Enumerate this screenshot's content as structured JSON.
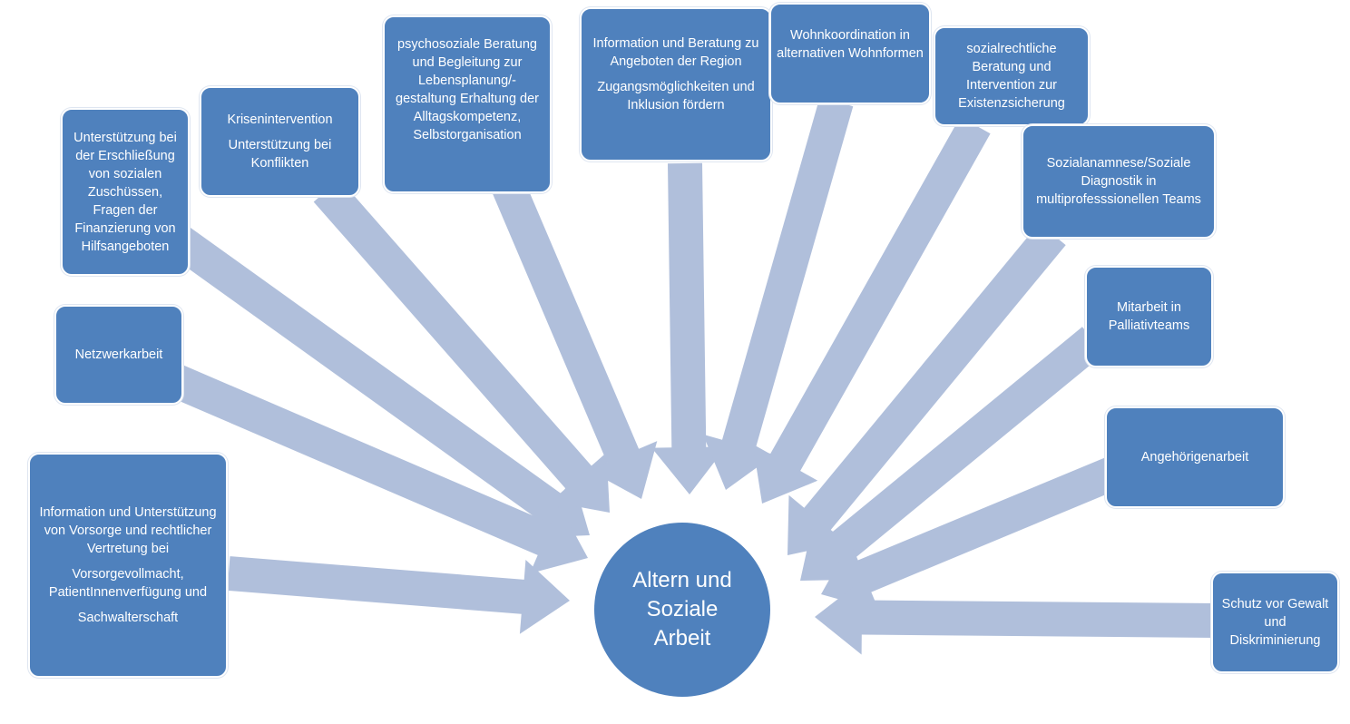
{
  "center": {
    "label": "Altern und\nSoziale\nArbeit"
  },
  "colors": {
    "box": "#4f81bd",
    "arrow": "#b0bfdb",
    "text": "#ffffff"
  },
  "nodes": [
    {
      "id": "finanzierung",
      "paragraphs": [
        "Unterstützung bei der Erschließung von sozialen Zuschüssen, Fragen der Finanzierung von Hilfsangeboten"
      ]
    },
    {
      "id": "krisen",
      "paragraphs": [
        "Krisenintervention",
        "Unterstützung bei Konflikten"
      ]
    },
    {
      "id": "psychosozial",
      "paragraphs": [
        "psychosoziale Beratung und Begleitung zur Lebensplanung/-gestaltung  Erhaltung der Alltagskompetenz, Selbstorganisation"
      ]
    },
    {
      "id": "region",
      "paragraphs": [
        "Information und Beratung zu Angeboten der Region",
        "Zugangsmöglichkeiten und Inklusion fördern"
      ]
    },
    {
      "id": "wohnen",
      "paragraphs": [
        "Wohnkoordination in alternativen Wohnformen"
      ]
    },
    {
      "id": "sozialrecht",
      "paragraphs": [
        "sozialrechtliche Beratung und Intervention zur Existenzsicherung"
      ]
    },
    {
      "id": "anamnese",
      "paragraphs": [
        "Sozialanamnese/Soziale Diagnostik in multiprofesssionellen Teams"
      ]
    },
    {
      "id": "palliativ",
      "paragraphs": [
        "Mitarbeit in Palliativteams"
      ]
    },
    {
      "id": "angehoerige",
      "paragraphs": [
        "Angehörigenarbeit"
      ]
    },
    {
      "id": "gewalt",
      "paragraphs": [
        "Schutz vor Gewalt und Diskriminierung"
      ]
    },
    {
      "id": "netzwerk",
      "paragraphs": [
        "Netzwerkarbeit"
      ]
    },
    {
      "id": "vorsorge",
      "paragraphs": [
        "Information und Unterstützung von Vorsorge und rechtlicher Vertretung bei",
        "Vorsorgevollmacht, PatientInnenverfügung und",
        "Sachwalterschaft"
      ]
    }
  ]
}
